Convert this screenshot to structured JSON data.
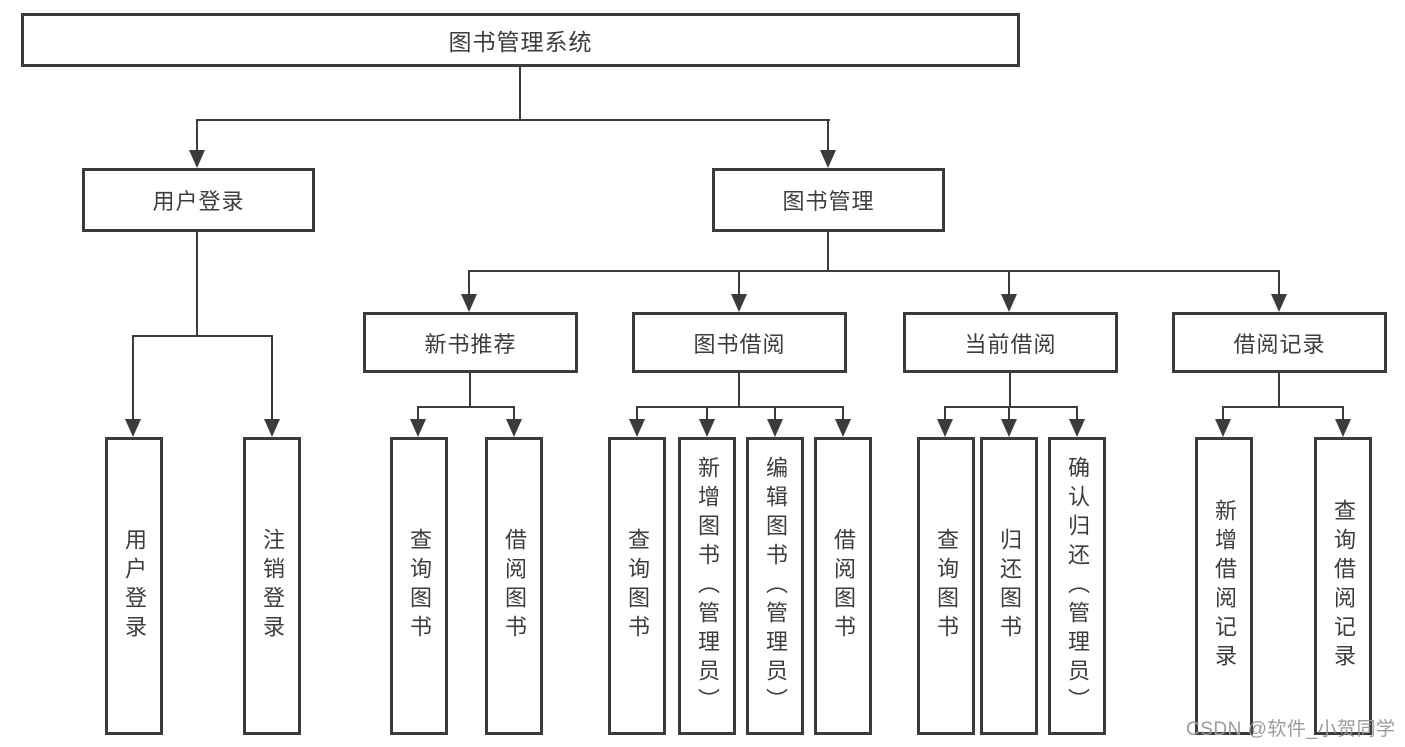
{
  "tree": {
    "root": {
      "label": "图书管理系统"
    },
    "user_login": {
      "label": "用户登录",
      "leaves": [
        "用户登录",
        "注销登录"
      ]
    },
    "book_mgmt": {
      "label": "图书管理"
    },
    "new_book_rec": {
      "label": "新书推荐",
      "leaves": [
        "查询图书",
        "借阅图书"
      ]
    },
    "book_borrow": {
      "label": "图书借阅",
      "leaves": [
        "查询图书",
        "新增图书（管理员）",
        "编辑图书（管理员）",
        "借阅图书"
      ]
    },
    "current_borrow": {
      "label": "当前借阅",
      "leaves": [
        "查询图书",
        "归还图书",
        "确认归还（管理员）"
      ]
    },
    "borrow_records": {
      "label": "借阅记录",
      "leaves": [
        "新增借阅记录",
        "查询借阅记录"
      ]
    }
  },
  "watermark": "CSDN @软件_小贺同学",
  "colors": {
    "line": "#3b3b3b",
    "text": "#3d3d3d",
    "wm": "#9b9b9b",
    "bg": "#ffffff"
  }
}
